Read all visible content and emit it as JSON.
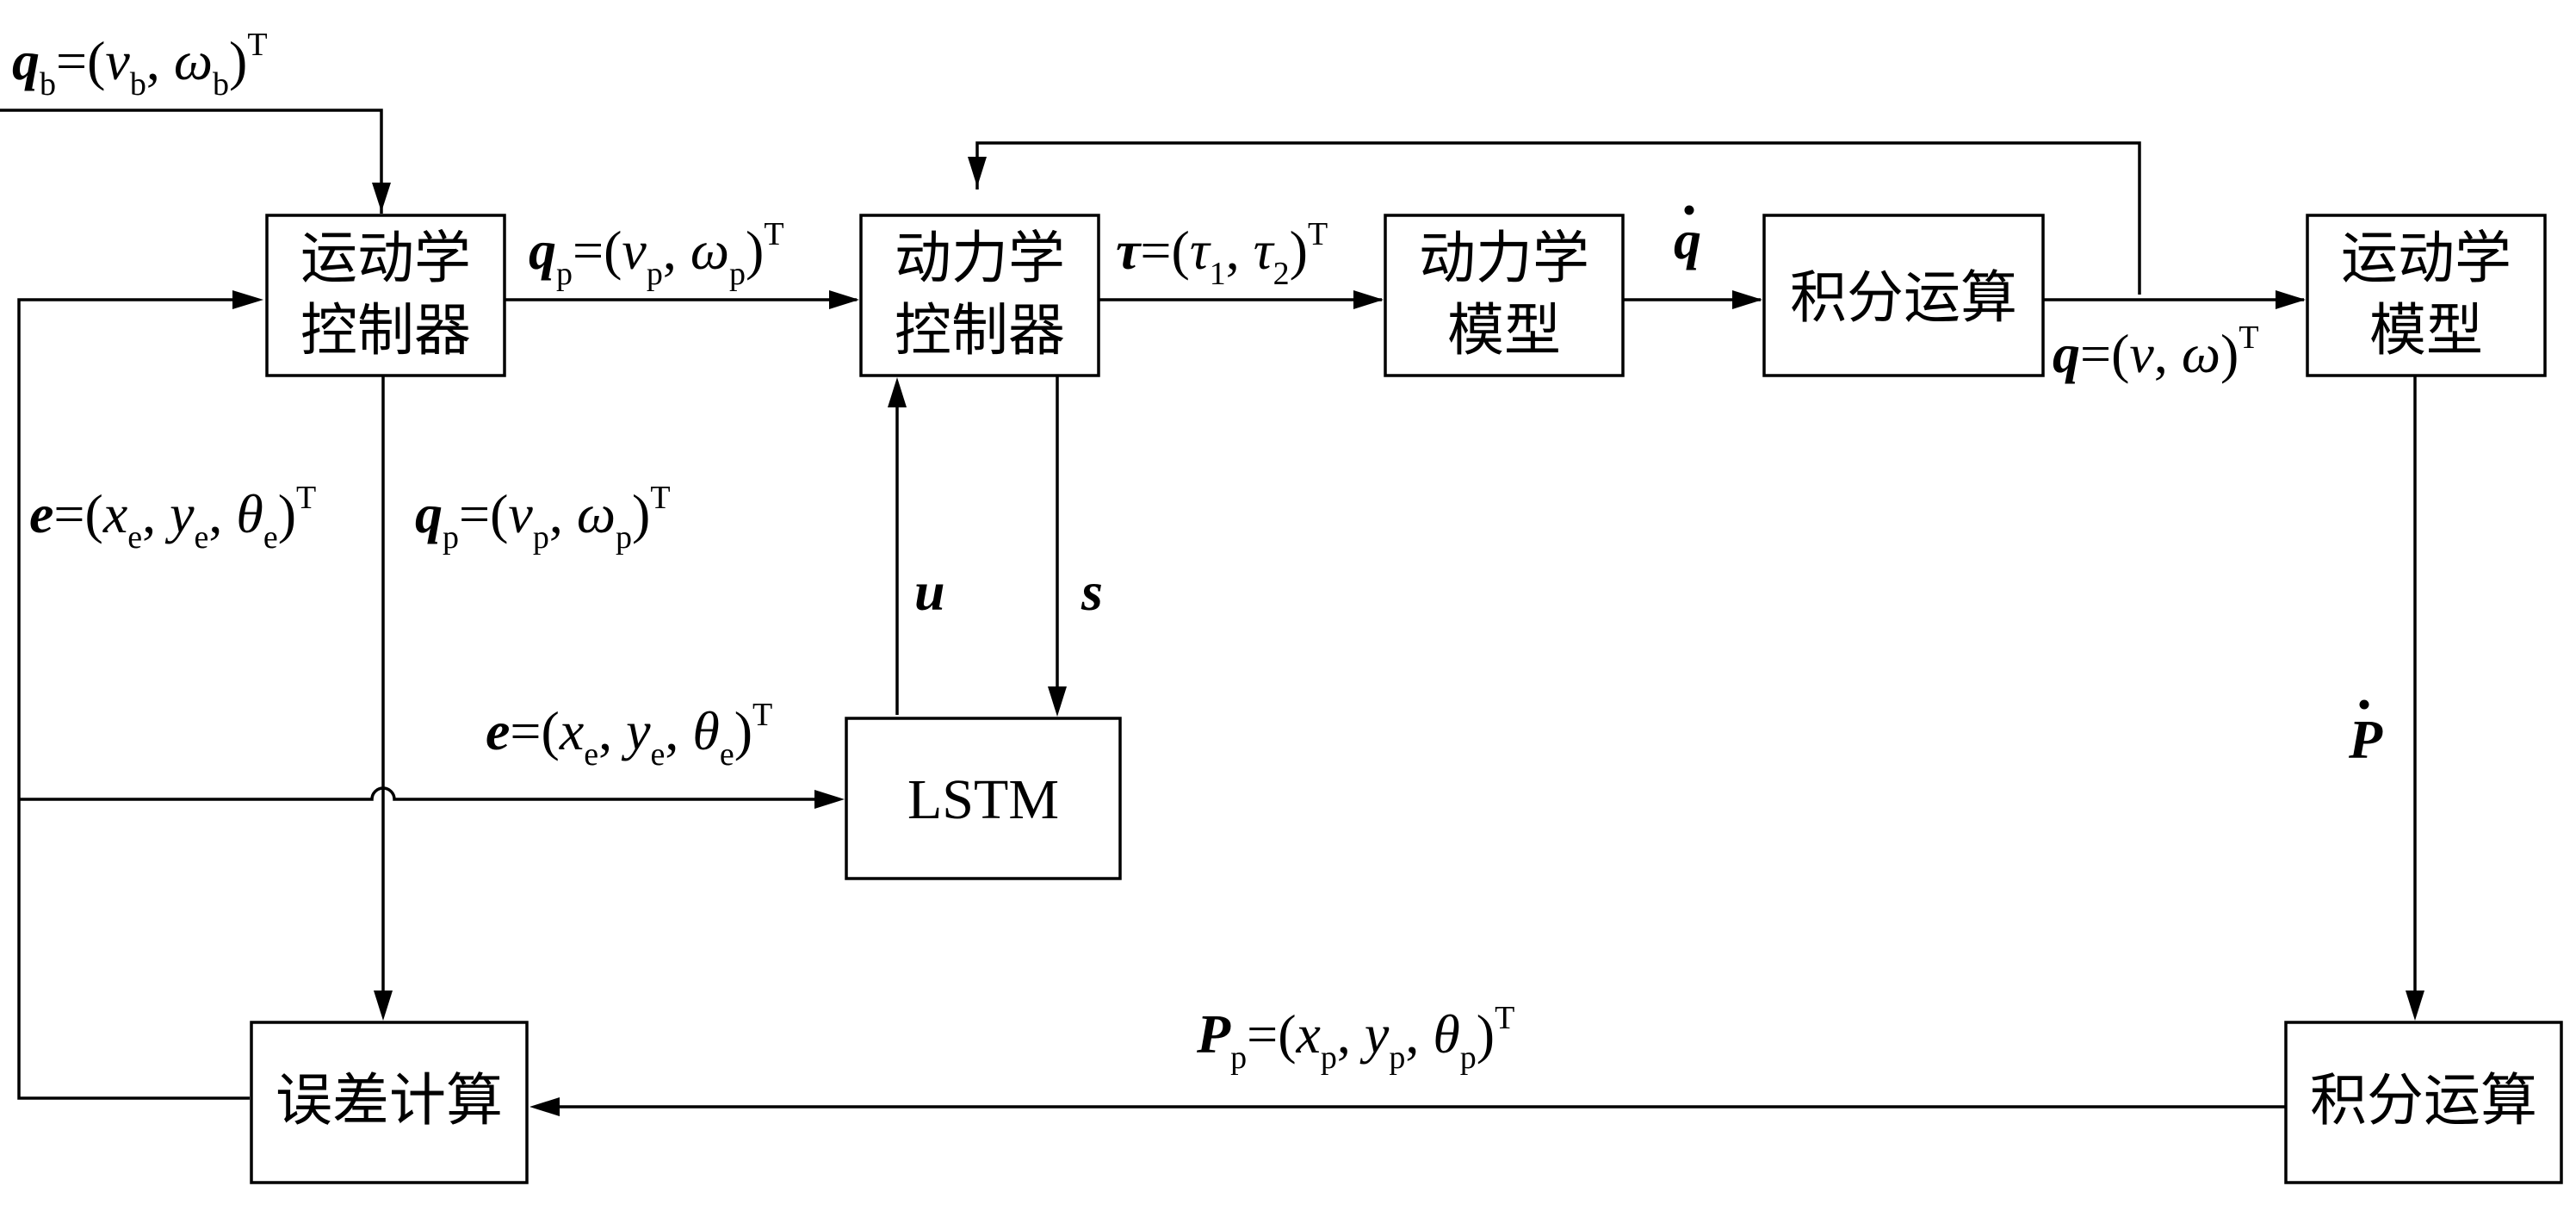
{
  "blocks": {
    "kin_controller": [
      "运动学",
      "控制器"
    ],
    "dyn_controller": [
      "动力学",
      "控制器"
    ],
    "dyn_model": [
      "动力学",
      "模型"
    ],
    "integrator_1": "积分运算",
    "kin_model": [
      "运动学",
      "模型"
    ],
    "lstm": "LSTM",
    "error_calc": "误差计算",
    "integrator_2": "积分运算"
  },
  "signals": {
    "q_b": {
      "sym": "q",
      "sub": "b",
      "eq": "=(",
      "v": "v",
      "v_sub": "b",
      "sep": ", ",
      "w": "ω",
      "w_sub": "b",
      "close": ")",
      "sup": "T"
    },
    "q_p_top": {
      "sym": "q",
      "sub": "p",
      "eq": "=(",
      "v": "v",
      "v_sub": "p",
      "sep": ", ",
      "w": "ω",
      "w_sub": "p",
      "close": ")",
      "sup": "T"
    },
    "q_p_left": {
      "sym": "q",
      "sub": "p",
      "eq": "=(",
      "v": "v",
      "v_sub": "p",
      "sep": ", ",
      "w": "ω",
      "w_sub": "p",
      "close": ")",
      "sup": "T"
    },
    "tau": {
      "sym": "τ",
      "eq": "=(",
      "t1": "τ",
      "t1_sub": "1",
      "sep": ", ",
      "t2": "τ",
      "t2_sub": "2",
      "close": ")",
      "sup": "T"
    },
    "q_dot": {
      "sym": "q"
    },
    "q": {
      "sym": "q",
      "eq": "=(",
      "v": "v",
      "sep": ", ",
      "w": "ω",
      "close": ")",
      "sup": "T"
    },
    "e_left": {
      "sym": "e",
      "eq": "=(",
      "x": "x",
      "x_sub": "e",
      "sep1": ", ",
      "y": "y",
      "y_sub": "e",
      "sep2": ", ",
      "th": "θ",
      "th_sub": "e",
      "close": ")",
      "sup": "T"
    },
    "e_lstm": {
      "sym": "e",
      "eq": "=(",
      "x": "x",
      "x_sub": "e",
      "sep1": ", ",
      "y": "y",
      "y_sub": "e",
      "sep2": ", ",
      "th": "θ",
      "th_sub": "e",
      "close": ")",
      "sup": "T"
    },
    "u": "u",
    "s": "s",
    "p_dot": {
      "sym": "P"
    },
    "p_p": {
      "sym": "P",
      "sub": "p",
      "eq": "=(",
      "x": "x",
      "x_sub": "p",
      "sep1": ", ",
      "y": "y",
      "y_sub": "p",
      "sep2": ", ",
      "th": "θ",
      "th_sub": "p",
      "close": ")",
      "sup": "T"
    }
  }
}
